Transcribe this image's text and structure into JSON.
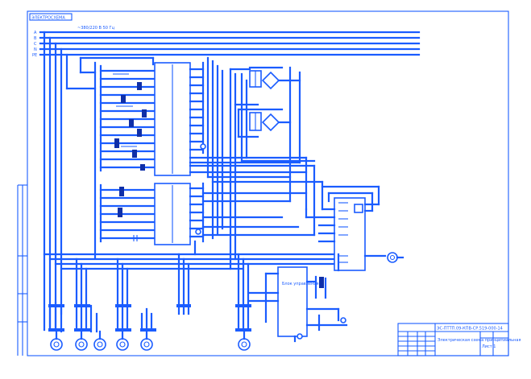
{
  "colors": {
    "ink": "#1a5cff",
    "ink_dark": "#0f2fa8",
    "paper": "#ffffff"
  },
  "header": {
    "stamp_text": "ЭЛЕКТРОСХЕМА",
    "mains_label": "~380/220 В 50 Гц"
  },
  "bus_labels": [
    "A",
    "B",
    "C",
    "N",
    "PE"
  ],
  "blocks": {
    "control_unit_label": "Блок управления"
  },
  "title_block": {
    "code": "ЭС-ПТТП.09-КПВ-СР.519-000-14",
    "description": "Электрическая схема принципиальная",
    "sheet": "Лист 1"
  }
}
